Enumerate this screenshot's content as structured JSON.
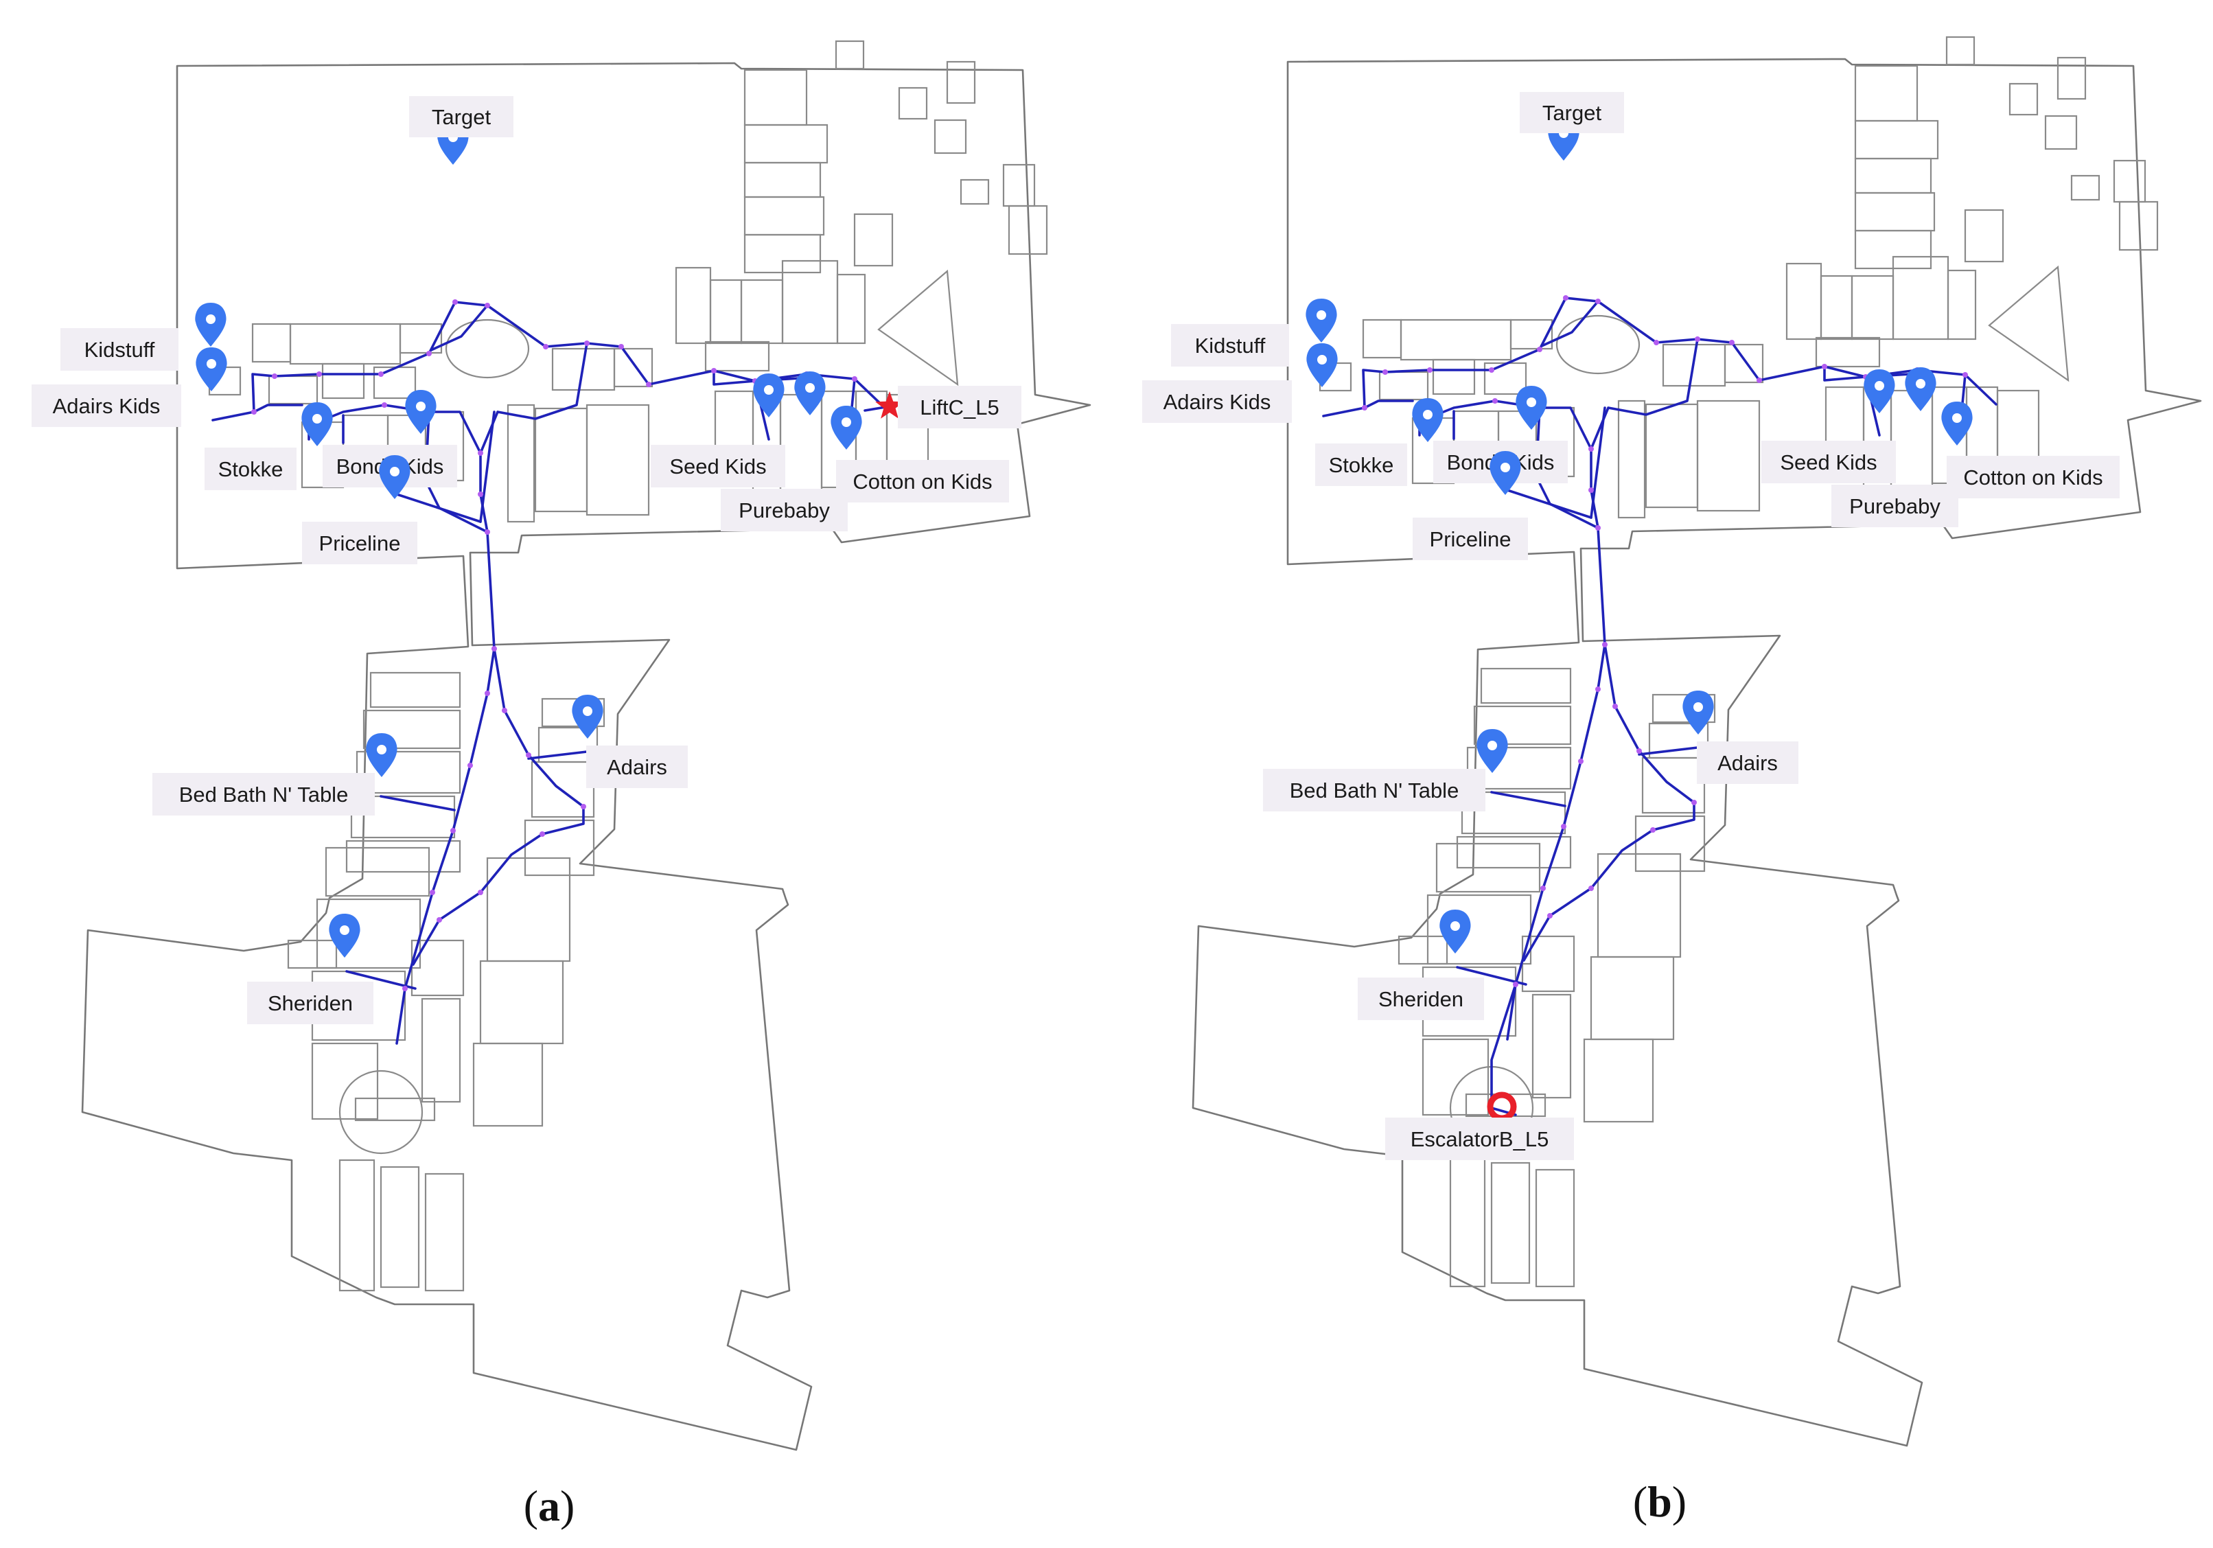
{
  "colors": {
    "route": "#1f22b8",
    "node": "#b25cf0",
    "pin": "#3a78f0",
    "origin_star": "#e8202a",
    "origin_ring": "#e8202a",
    "label_bg": "#f1eef4",
    "floorplan": "#777777"
  },
  "panels": [
    {
      "id": "a",
      "caption": "(a)",
      "caption_letter": "a",
      "origin": {
        "label": "LiftC_L5",
        "icon": "star-icon"
      },
      "stores": [
        "Target",
        "Kidstuff",
        "Adairs Kids",
        "Stokke",
        "Bonds Kids",
        "Priceline",
        "Seed Kids",
        "Purebaby",
        "Cotton on Kids",
        "Adairs",
        "Bed Bath N' Table",
        "Sheriden"
      ]
    },
    {
      "id": "b",
      "caption": "(b)",
      "caption_letter": "b",
      "origin": {
        "label": "EscalatorB_L5",
        "icon": "ring-icon"
      },
      "stores": [
        "Target",
        "Kidstuff",
        "Adairs Kids",
        "Stokke",
        "Bonds Kids",
        "Priceline",
        "Seed Kids",
        "Purebaby",
        "Cotton on Kids",
        "Adairs",
        "Bed Bath N' Table",
        "Sheriden"
      ]
    }
  ]
}
